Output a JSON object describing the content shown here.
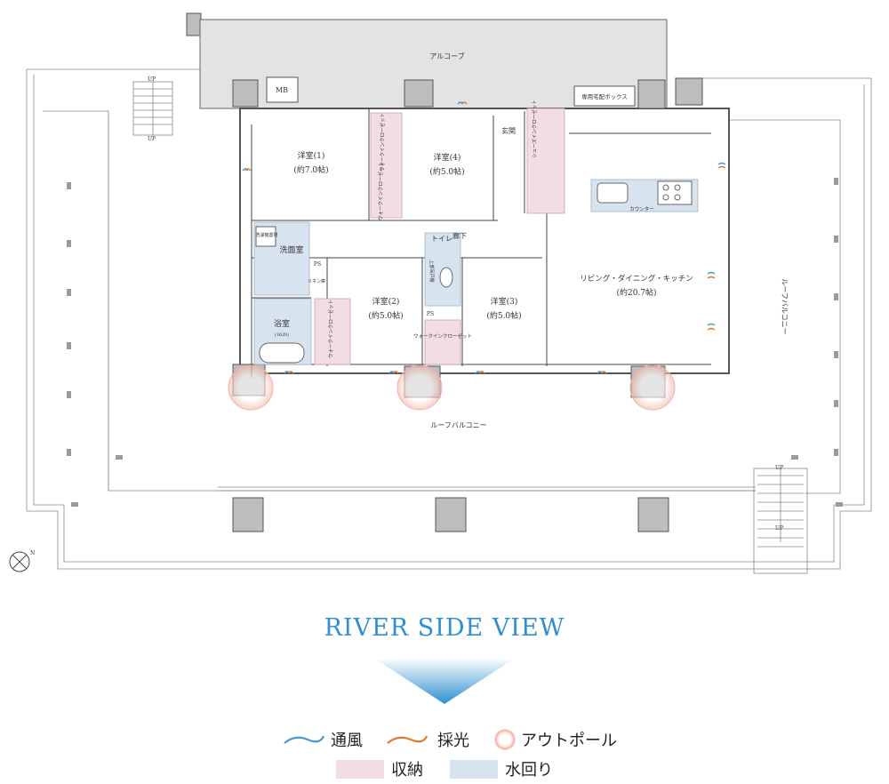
{
  "rooms": {
    "alcove": "アルコーブ",
    "mb": "MB",
    "delivery_box": "専用宅配ボックス",
    "genkan": "玄関",
    "western1_name": "洋室(1)",
    "western1_size": "(約7.0帖)",
    "western4_name": "洋室(4)",
    "western4_size": "(約5.0帖)",
    "western2_name": "洋室(2)",
    "western2_size": "(約5.0帖)",
    "western3_name": "洋室(3)",
    "western3_size": "(約5.0帖)",
    "corridor": "廊下",
    "toilet": "トイレ",
    "washroom": "洗面室",
    "bathroom": "浴室",
    "bath_size": "(1620)",
    "ldk_name": "リビング・ダイニング・キッチン",
    "ldk_size": "(約20.7帖)",
    "counter": "カウンター",
    "roof_balcony_bottom": "ルーフバルコニー",
    "roof_balcony_right": "ルーフバルコニー",
    "walk_in_closet": "ウォークインクローゼット",
    "shoes_in_closet": "シューズインクローゼット",
    "ps": "PS",
    "linen": "リネン庫",
    "laundry": "洗濯機置場",
    "upper_storage": "上部吊戸棚",
    "up_label": "UP",
    "north": "N"
  },
  "view_title": "RIVER SIDE VIEW",
  "legend": {
    "ventilation": "通風",
    "daylight": "採光",
    "outpole": "アウトポール",
    "storage": "収納",
    "water": "水回り"
  },
  "colors": {
    "storage": "#f2dde4",
    "water": "#d7e3ee",
    "ventilation": "#4a9bc9",
    "daylight": "#e07a32",
    "outpole": "#f1b3a6",
    "title": "#2f8fd0"
  }
}
